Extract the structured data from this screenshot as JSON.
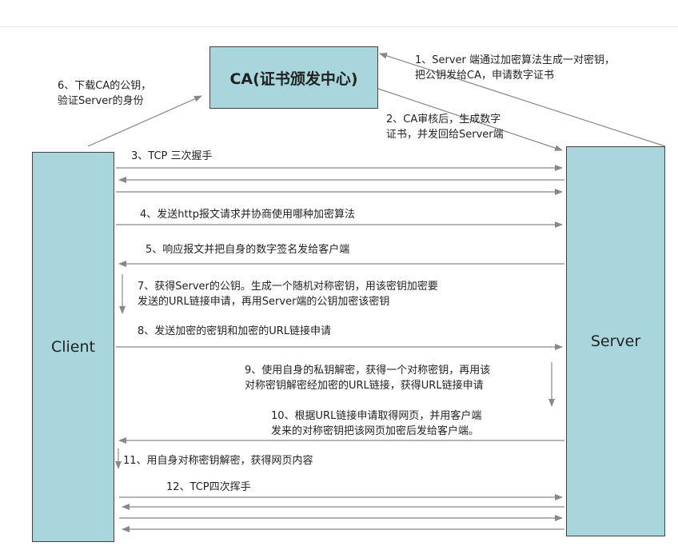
{
  "nodes": {
    "ca": "CA(证书颁发中心)",
    "client": "Client",
    "server": "Server"
  },
  "steps": {
    "s1": [
      "1、Server 端通过加密算法生成一对密钥，",
      "把公钥发给CA，申请数字证书"
    ],
    "s2": [
      "2、CA审核后，生成数字",
      "证书，并发回给Server端"
    ],
    "s3": "3、TCP 三次握手",
    "s4": "4、发送http报文请求并协商使用哪种加密算法",
    "s5": "5、响应报文并把自身的数字签名发给客户端",
    "s6": [
      "6、下载CA的公钥，",
      "验证Server的身份"
    ],
    "s7": [
      "7、获得Server的公钥。生成一个随机对称密钥，用该密钥加密要",
      "发送的URL链接申请，再用Server端的公钥加密该密钥"
    ],
    "s8": "8、发送加密的密钥和加密的URL链接申请",
    "s9": [
      "9、使用自身的私钥解密，获得一个对称密钥，再用该",
      "对称密钥解密经加密的URL链接，获得URL链接申请"
    ],
    "s10": [
      "10、根据URL链接申请取得网页，并用客户端",
      "发来的对称密钥把该网页加密后发给客户端。"
    ],
    "s11": "11、用自身对称密钥解密，获得网页内容",
    "s12": "12、TCP四次挥手"
  },
  "colors": {
    "box_fill": "#a8d6dc",
    "box_border": "#444444",
    "arrow": "#888888"
  }
}
